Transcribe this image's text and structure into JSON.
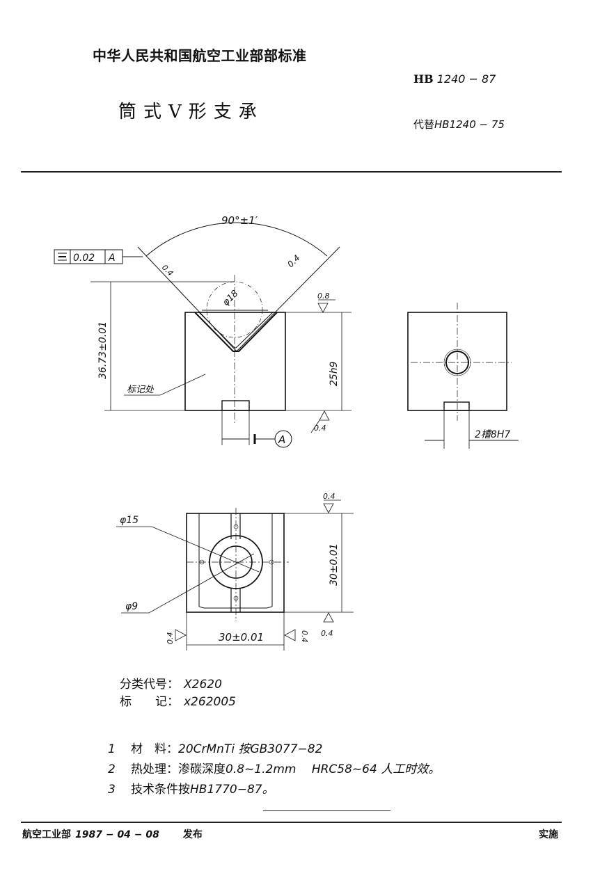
{
  "header": {
    "organization": "中华人民共和国航空工业部部标准",
    "title": "筒式V形支承",
    "standard_prefix": "HB",
    "standard_number": "1240 − 87",
    "replaces_label": "代替",
    "replaces_number": "HB1240 − 75"
  },
  "drawing": {
    "angle_dim": "90°±1′",
    "tolerance_frame": {
      "symbol": "symmetry-icon",
      "value": "0.02",
      "datum": "A"
    },
    "roughness_v_left": "0.4",
    "roughness_v_right": "0.4",
    "roughness_top": "0.8",
    "roughness_bottom_front": "0.4",
    "circle_dia": "φ18",
    "height_dim": "36.73±0.01",
    "height_body": "25h9",
    "marking_label": "标记处",
    "datum_label": "A",
    "slot_label": "2槽8H7",
    "dia_outer": "φ15",
    "dia_inner": "φ9",
    "top_view_height": "30±0.01",
    "top_view_width": "30±0.01",
    "roughness_top_view_top": "0.4",
    "roughness_top_view_bottom": "0.4",
    "roughness_top_view_left": "0.4",
    "roughness_top_view_right": "0.4"
  },
  "classification": {
    "code_label": "分类代号：",
    "code_value": "X2620",
    "mark_label": "标　　记：",
    "mark_value": "x262005"
  },
  "notes": [
    {
      "num": "1",
      "text_cn": "材　料：",
      "text": "20CrMnTi 按GB3077−82"
    },
    {
      "num": "2",
      "text_cn": "热处理：渗碳深度",
      "text": "0.8~1.2mm　 HRC58~64 人工时效。"
    },
    {
      "num": "3",
      "text_cn": "技术条件按",
      "text": "HB1770−87。"
    }
  ],
  "footer": {
    "issuer": "航空工业部",
    "date": "1987 − 04 − 08",
    "published": "发布",
    "implemented": "实施"
  }
}
